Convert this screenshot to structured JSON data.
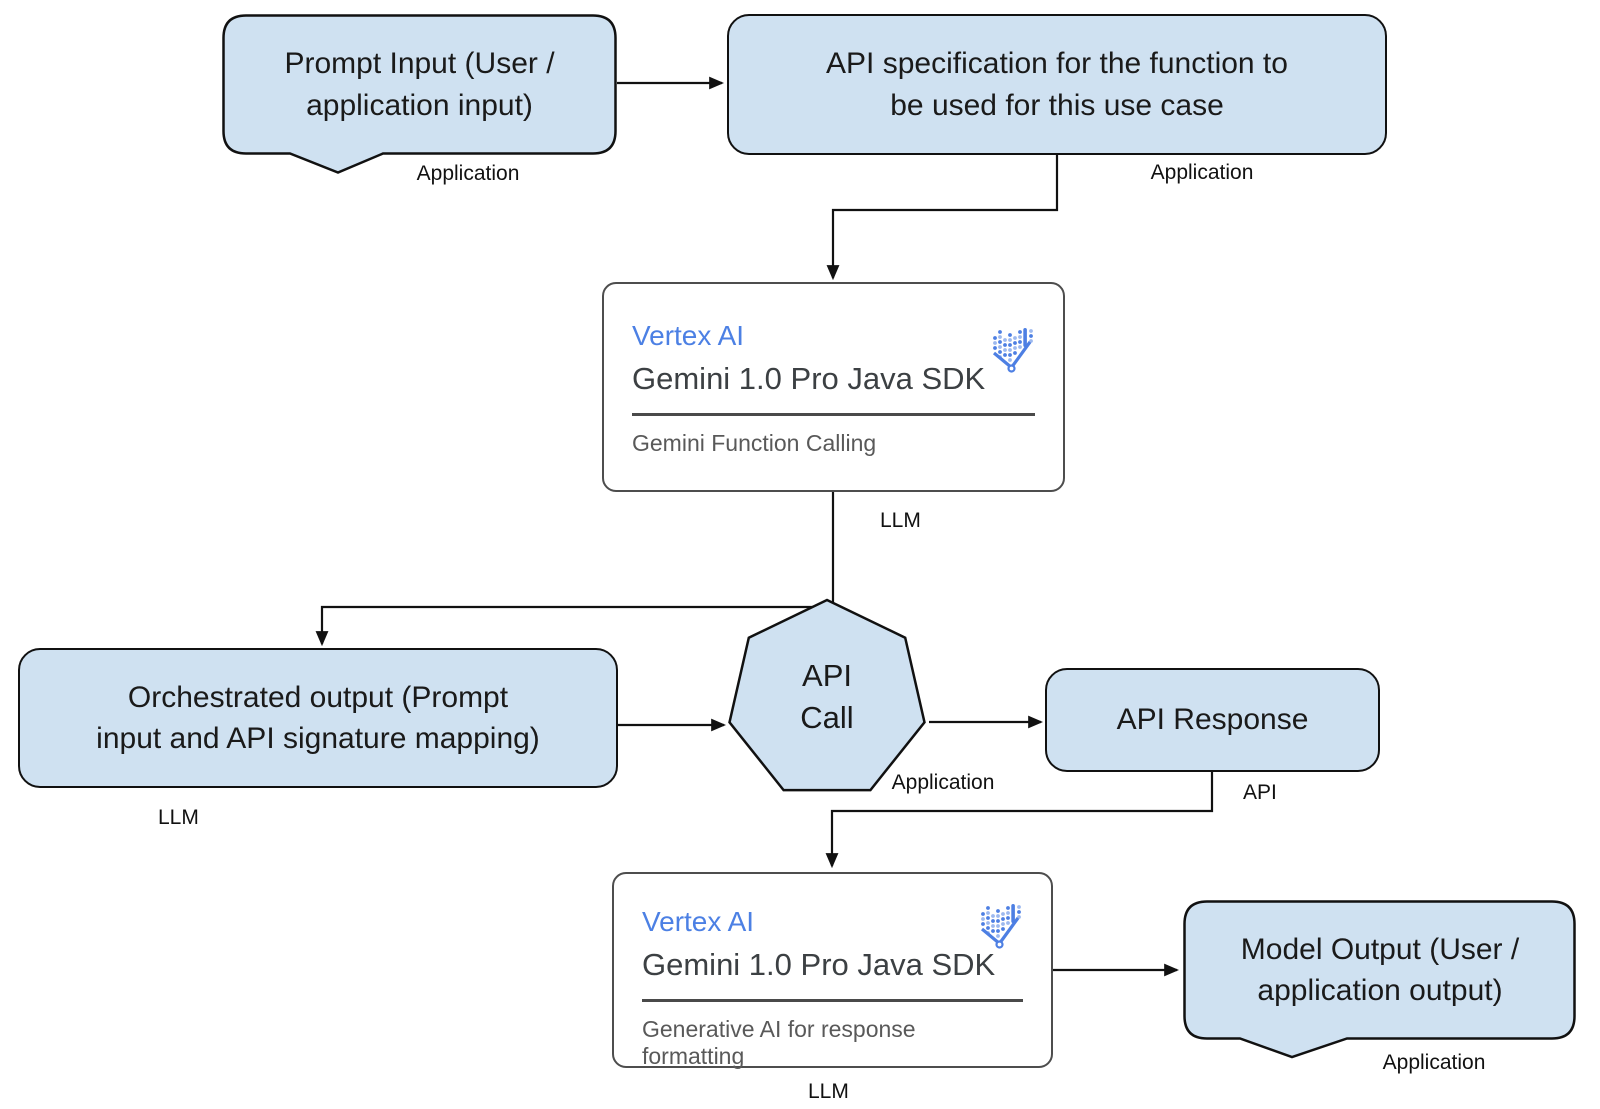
{
  "nodes": {
    "prompt_input": {
      "lines": [
        "Prompt Input (User /",
        "application input)"
      ],
      "tag": "Application"
    },
    "api_spec": {
      "lines": [
        "API specification for the function to",
        "be used for this use case"
      ],
      "tag": "Application"
    },
    "gemini_sdk_top": {
      "product": "Vertex AI",
      "sdk": "Gemini 1.0 Pro Java SDK",
      "feature": "Gemini Function Calling",
      "tag": "LLM"
    },
    "orchestrated_output": {
      "lines": [
        "Orchestrated output (Prompt",
        "input and API signature mapping)"
      ],
      "tag": "LLM"
    },
    "api_call": {
      "lines": [
        "API",
        "Call"
      ],
      "tag": "Application"
    },
    "api_response": {
      "text": "API Response",
      "tag": "API"
    },
    "gemini_sdk_bottom": {
      "product": "Vertex AI",
      "sdk": "Gemini 1.0 Pro Java SDK",
      "feature": "Generative AI for response formatting",
      "tag": "LLM"
    },
    "model_output": {
      "lines": [
        "Model Output (User /",
        "application output)"
      ],
      "tag": "Application"
    }
  },
  "icons": {
    "vertex_ai": "vertex-ai-dotted-chevron-icon"
  },
  "colors": {
    "node_fill": "#cfe1f1",
    "node_border": "#111111",
    "card_background": "#ffffff",
    "card_border": "#4d4d4d",
    "vertex_ai_blue": "#4c80e4",
    "sdk_text": "#3c4043",
    "feature_text": "#595959",
    "connector": "#111111"
  }
}
